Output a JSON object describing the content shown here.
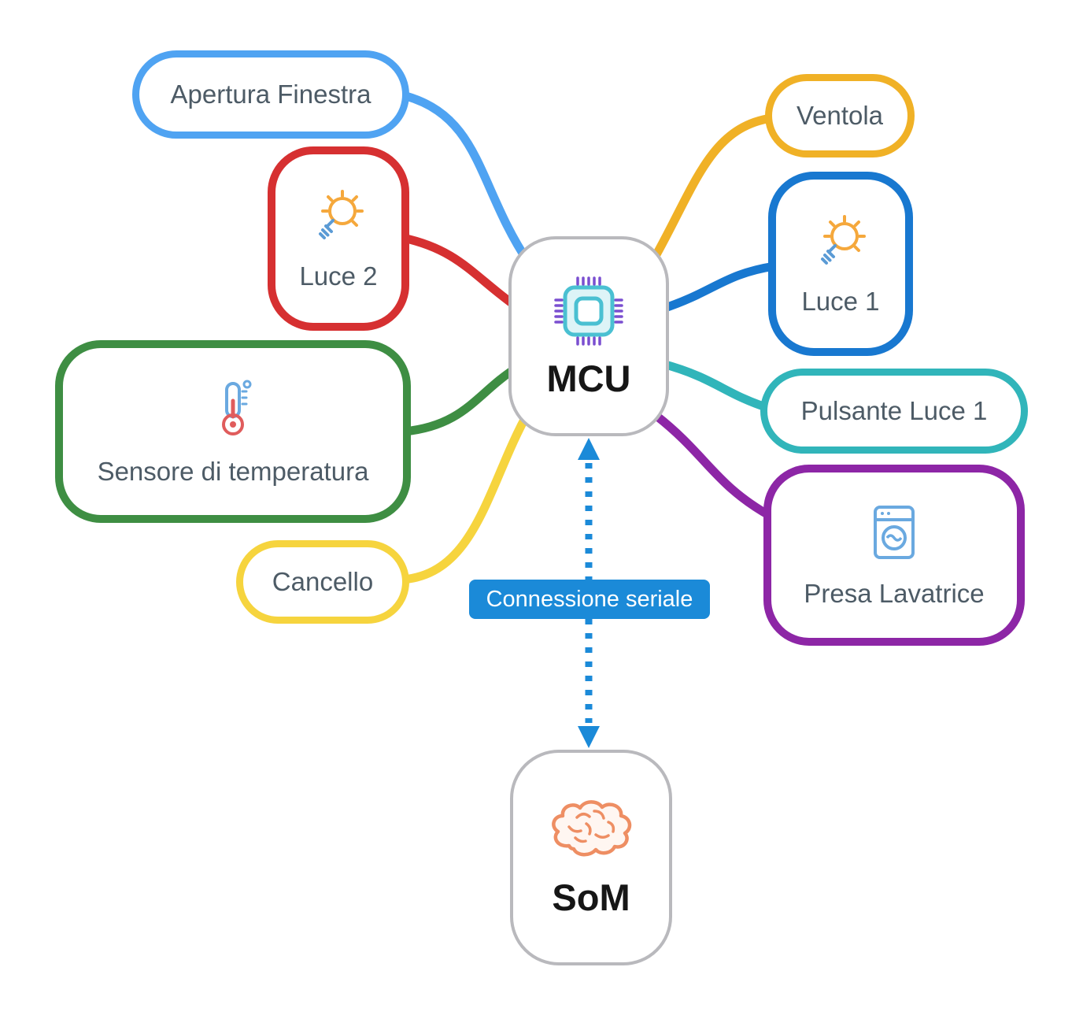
{
  "nodes": {
    "apertura_finestra": {
      "label": "Apertura Finestra",
      "color": "#4fa3f2"
    },
    "luce_2": {
      "label": "Luce 2",
      "color": "#d63031",
      "icon": "light-bulb-icon"
    },
    "sensore_temperatura": {
      "label": "Sensore di temperatura",
      "color": "#3e8e43",
      "icon": "thermometer-icon"
    },
    "cancello": {
      "label": "Cancello",
      "color": "#f6d43e"
    },
    "mcu": {
      "label": "MCU",
      "color": "#b9b9bd",
      "icon": "microchip-icon"
    },
    "ventola": {
      "label": "Ventola",
      "color": "#f0b126"
    },
    "luce_1": {
      "label": "Luce 1",
      "color": "#1878d0",
      "icon": "light-bulb-icon"
    },
    "pulsante_luce_1": {
      "label": "Pulsante Luce 1",
      "color": "#31b5ba"
    },
    "presa_lavatrice": {
      "label": "Presa Lavatrice",
      "color": "#8d26a6",
      "icon": "washing-machine-icon"
    },
    "som": {
      "label": "SoM",
      "color": "#b9b9bd",
      "icon": "brain-icon"
    }
  },
  "connection": {
    "label": "Connessione seriale",
    "color": "#1b8ad8"
  }
}
